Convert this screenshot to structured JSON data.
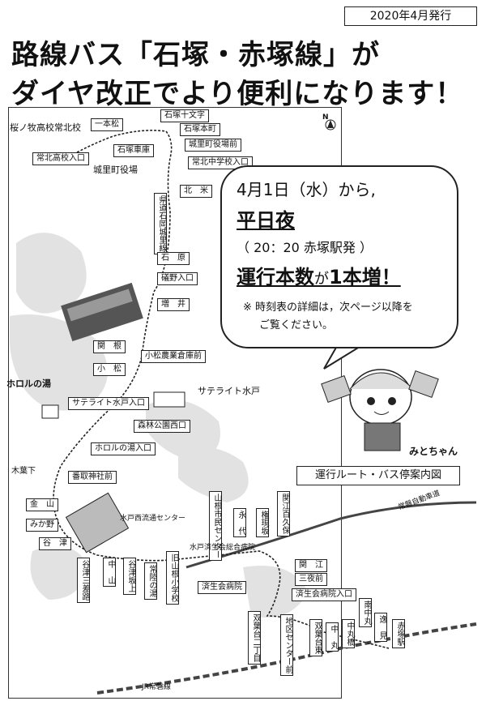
{
  "issue_date": "2020年4月発行",
  "headline": {
    "line1": "路線バス「石塚・赤塚線」が",
    "line2": "ダイヤ改正でより便利になります！"
  },
  "callout": {
    "date": "4月1日（水）から,",
    "when": "平日夜",
    "detail": "（ 20：20 赤塚駅発 ）",
    "result_bold": "運行本数",
    "result_mid": "が",
    "result_end": "1本増！",
    "note_line1": "※ 時刻表の詳細は，次ページ以降を",
    "note_line2": "ご覧ください。"
  },
  "route_label": "運行ルート・バス停案内図",
  "mascot_name": "みとちゃん",
  "north": "N",
  "map": {
    "stops": {
      "sakuranomaki": "桜ノ牧高校常北校",
      "ipponmatsu": "一本松",
      "ishizuka_jumonji": "石塚十文字",
      "ishizuka_honmachi": "石塚本町",
      "ishizuka_shako": "石塚車庫",
      "jobosato_yakuba_mae": "城里町役場前",
      "johoku_koko_iriguchi": "常北高校入口",
      "johoku_chugakko_iriguchi": "常北中学校入口",
      "kitagome": "北　米",
      "ishihara": "石　原",
      "isono_iriguchi": "礒野入口",
      "masui": "増　井",
      "sekine": "関　根",
      "komatsu_nogyo": "小松農業倉庫前",
      "komatsu": "小　松",
      "satellite_iriguchi": "サテライト水戸入口",
      "shinrin_koen": "森林公園西口",
      "horuru_iriguchi": "ホロルの湯入口",
      "kibashita": "木葉下",
      "bandori_jinja": "番取神社前",
      "kanayama": "金　山",
      "mikano": "みか野",
      "yatsu": "谷　津",
      "kenmichi": "県道石岡城里線",
      "yamane_shimin": "山根市民センター",
      "nagashiro": "永　代",
      "gongen": "権現坂",
      "sekitakubo": "関江百久保",
      "sekie": "関　江",
      "mitsuya": "三夜前",
      "saiseikai_iriguchi": "済生会病院入口",
      "saiseikai_byoin": "済生会病院",
      "yatsu_sangyo": "谷津三差路",
      "naka_yama": "中　山",
      "yatsu_sakaue": "谷津坂上",
      "tokiwa_no_yu": "常陸の湯",
      "kyu_yamane": "旧山根小学校",
      "futabadai_chome": "双葉台二丁目",
      "chiku_center": "地区センター前",
      "futabadai_minami": "双葉台東",
      "naka_maru": "中　丸",
      "naka_maru_bashi": "中丸橋",
      "minami_naka_maru": "南中丸",
      "henmi": "逸　見",
      "akatsuka_eki": "赤塚駅"
    },
    "places": {
      "jobosato_yakuba": "城里町役場",
      "horuru_no_yu": "ホロルの湯",
      "satellite_mito": "サテライト水戸",
      "mito_nishi": "水戸西流通センター",
      "saiseikai_sogo": "水戸済生会総合病院",
      "joban_expressway": "常磐自動車道",
      "jr_line": "JR常磐線"
    }
  },
  "colors": {
    "line": "#222222",
    "shade": "#c8c8c8",
    "route": "#333333"
  }
}
